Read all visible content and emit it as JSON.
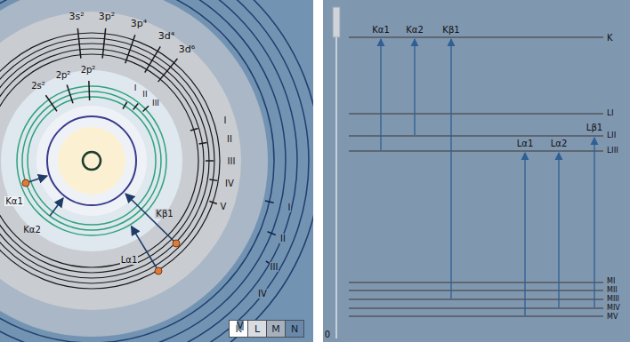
{
  "diagram": {
    "labels": [
      "3s²",
      "3p²",
      "3p⁴",
      "3d⁴",
      "3d⁶",
      "2s²",
      "2p²",
      "2p²",
      "I",
      "II",
      "III",
      "I",
      "II",
      "III",
      "IV",
      "V",
      "I",
      "II",
      "III",
      "IV",
      "V",
      "Kα1",
      "Kα2",
      "Kβ1",
      "Lα1",
      "Kα1",
      "Kα2",
      "Kβ1",
      "K",
      "LI",
      "Lβ1",
      "LII",
      "LIII",
      "Lα1",
      "Lα2",
      "MI",
      "MII",
      "MIII",
      "MIV",
      "MV",
      "0"
    ],
    "legend": [
      {
        "text": "K",
        "color": "#ffffff"
      },
      {
        "text": "L",
        "color": "#d9dde2"
      },
      {
        "text": "M",
        "color": "#a7b1bd"
      },
      {
        "text": "N",
        "color": "#6a88a8"
      }
    ]
  }
}
